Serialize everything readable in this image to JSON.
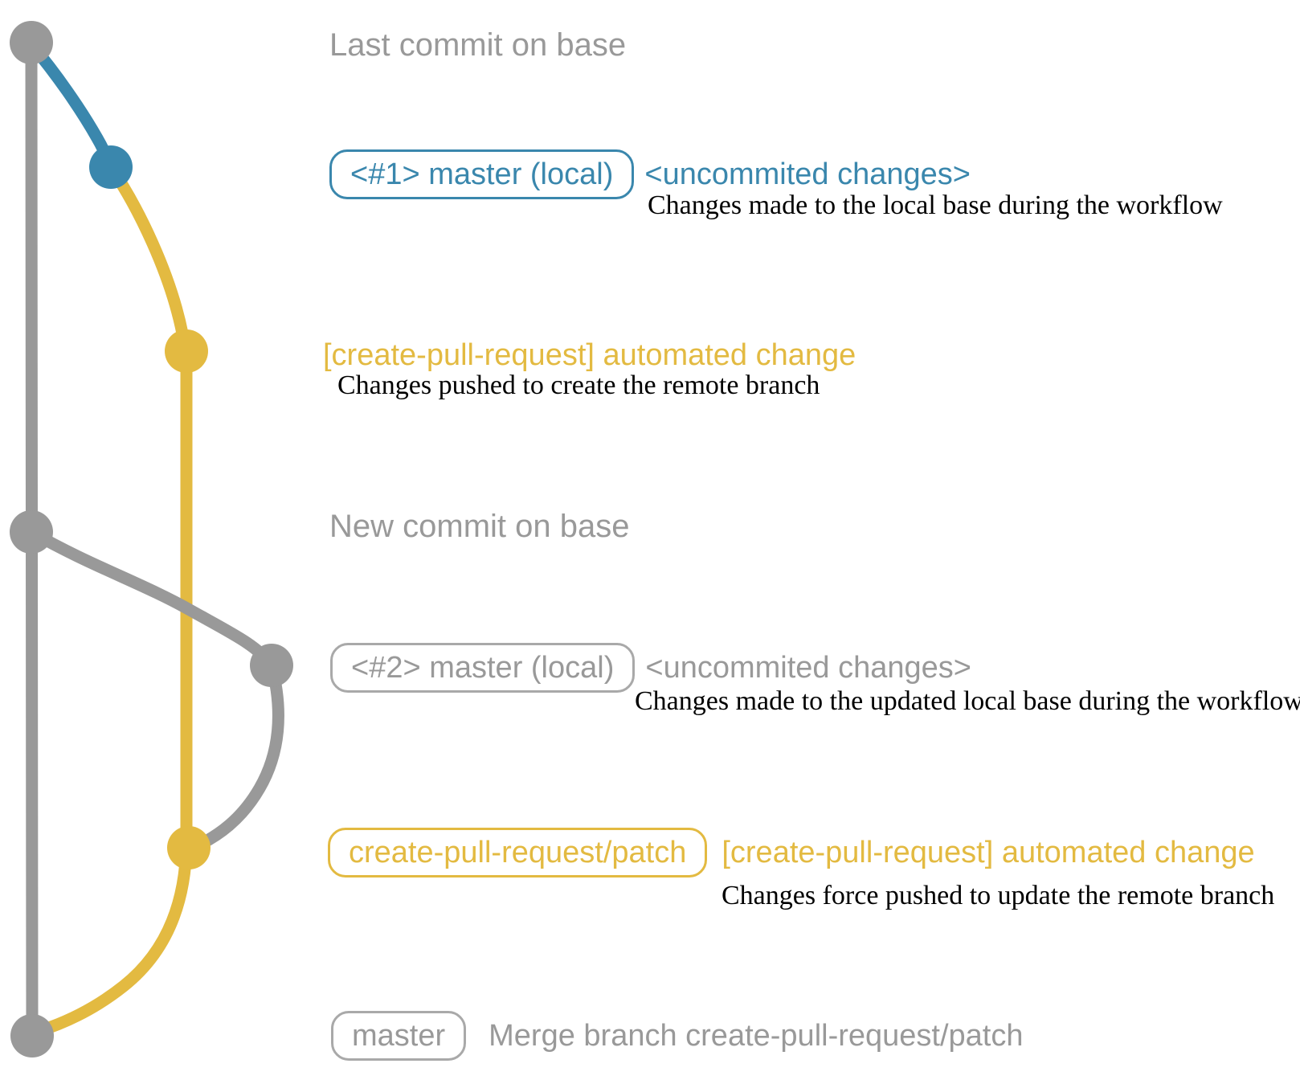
{
  "colors": {
    "gray": "#999999",
    "blue": "#3a87ad",
    "yellow": "#e3ba41",
    "badge_border_gray": "#a9a9a9",
    "annotation_black": "#000000"
  },
  "graph": {
    "nodes": [
      {
        "name": "commit-node-last-base",
        "color": "gray"
      },
      {
        "name": "commit-node-local-1",
        "color": "blue"
      },
      {
        "name": "commit-node-remote-1",
        "color": "yellow"
      },
      {
        "name": "commit-node-new-base",
        "color": "gray"
      },
      {
        "name": "commit-node-local-2",
        "color": "gray"
      },
      {
        "name": "commit-node-remote-2",
        "color": "yellow"
      },
      {
        "name": "commit-node-merge",
        "color": "gray"
      }
    ]
  },
  "rows": {
    "last_commit_label": "Last commit on base",
    "row1": {
      "badge": "<#1> master (local)",
      "note": "<uncommited changes>",
      "desc": "Changes made to the local base during the workflow"
    },
    "row2": {
      "text": "[create-pull-request] automated change",
      "desc": "Changes pushed to create the remote branch"
    },
    "new_commit_label": "New commit on base",
    "row3": {
      "badge": "<#2> master (local)",
      "note": "<uncommited changes>",
      "desc": "Changes made to the updated local base during the workflow"
    },
    "row4": {
      "badge": "create-pull-request/patch",
      "text": "[create-pull-request] automated change",
      "desc": "Changes force pushed to update the remote branch"
    },
    "row5": {
      "badge": "master",
      "text": "Merge branch create-pull-request/patch"
    }
  }
}
